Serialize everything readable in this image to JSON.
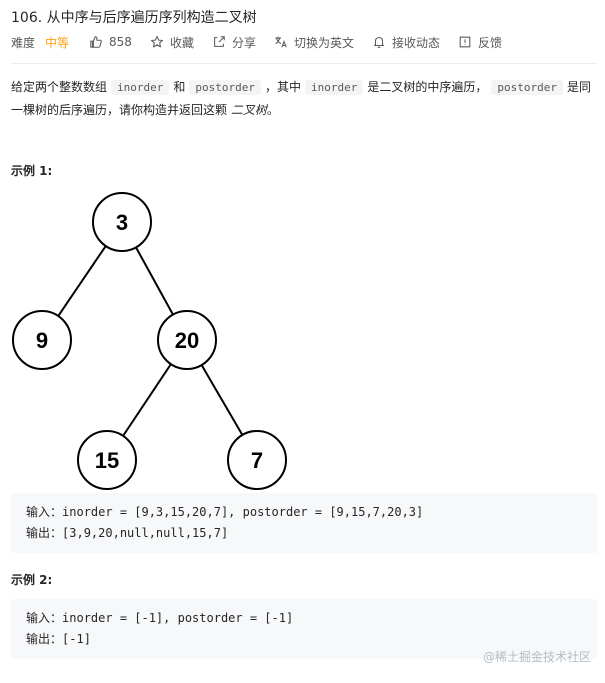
{
  "title": "106. 从中序与后序遍历序列构造二叉树",
  "meta": {
    "difficulty_label": "难度",
    "difficulty": "中等",
    "likes": "858",
    "favorite": "收藏",
    "share": "分享",
    "switch_lang": "切换为英文",
    "subscribe": "接收动态",
    "feedback": "反馈"
  },
  "description": {
    "p1": "给定两个整数数组",
    "code1": "inorder",
    "p2": "和",
    "code2": "postorder",
    "p3": "，其中",
    "code3": "inorder",
    "p4": "是二叉树的中序遍历，",
    "code4": "postorder",
    "p5": "是同一棵树的后序遍历，请你构造并返回这颗",
    "p6": "二叉树",
    "p7": "。"
  },
  "example1": {
    "title": "示例 1:",
    "input_label": "输入：",
    "input": "inorder = [9,3,15,20,7], postorder = [9,15,7,20,3]",
    "output_label": "输出：",
    "output": "[3,9,20,null,null,15,7]"
  },
  "tree": {
    "nodes": [
      {
        "id": "3",
        "label": "3"
      },
      {
        "id": "9",
        "label": "9"
      },
      {
        "id": "20",
        "label": "20"
      },
      {
        "id": "15",
        "label": "15"
      },
      {
        "id": "7",
        "label": "7"
      }
    ],
    "edges": [
      [
        "3",
        "9"
      ],
      [
        "3",
        "20"
      ],
      [
        "20",
        "15"
      ],
      [
        "20",
        "7"
      ]
    ]
  },
  "example2": {
    "title": "示例 2:",
    "input_label": "输入：",
    "input": "inorder = [-1], postorder = [-1]",
    "output_label": "输出：",
    "output": "[-1]"
  },
  "watermark": "@稀土掘金技术社区",
  "colors": {
    "difficulty": "#ffa116",
    "code_bg": "#f4f4f4",
    "pre_bg": "#f7f8fa"
  }
}
